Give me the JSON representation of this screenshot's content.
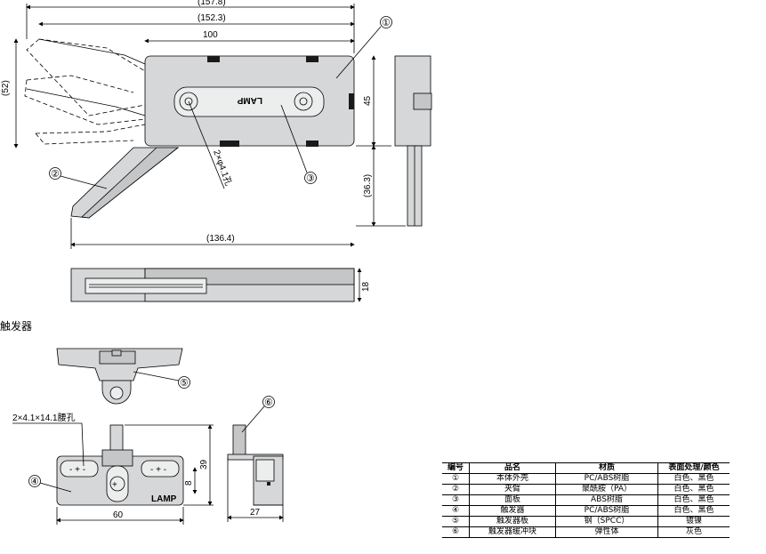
{
  "section_title": "触发器",
  "dimensions": {
    "overall_width": "(157.8)",
    "body_arm_width": "(152.3)",
    "body_width": "100",
    "body_height": "45",
    "height_52": "(52)",
    "arm_drop": "(36.3)",
    "arm_reach": "(136.4)",
    "thickness": "18",
    "hole_spec": "2×φ4.1孔",
    "trigger_slot_spec": "2×4.1×14.1腰孔",
    "trigger_height": "39",
    "slot_pitch": "8",
    "trigger_width": "60",
    "trigger_side": "27"
  },
  "markings": {
    "lamp_text": "LAMP"
  },
  "callouts": [
    "①",
    "②",
    "③",
    "④",
    "⑤",
    "⑥"
  ],
  "parts_table": {
    "headers": [
      "编号",
      "品名",
      "材质",
      "表面处理/颜色"
    ],
    "rows": [
      [
        "①",
        "本体外壳",
        "PC/ABS树脂",
        "白色、黑色"
      ],
      [
        "②",
        "夹臂",
        "聚酰胺（PA）",
        "白色、黑色"
      ],
      [
        "③",
        "面板",
        "ABS树脂",
        "白色、黑色"
      ],
      [
        "④",
        "触发器",
        "PC/ABS树脂",
        "白色、黑色"
      ],
      [
        "⑤",
        "触发器板",
        "钢（SPCC）",
        "镀镍"
      ],
      [
        "⑥",
        "触发器缓冲块",
        "弹性体",
        "灰色"
      ]
    ]
  }
}
